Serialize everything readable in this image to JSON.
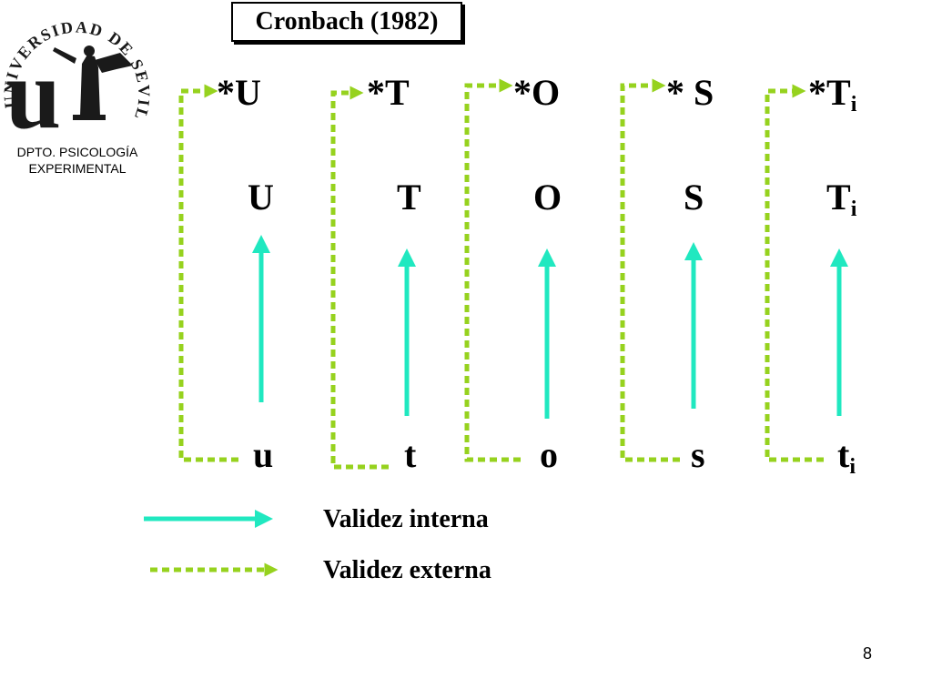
{
  "logo": {
    "ring_text": "UNIVERSIDAD DE SEVILLA",
    "initial": "u",
    "dept_line1": "DPTO. PSICOLOGÍA",
    "dept_line2": "EXPERIMENTAL"
  },
  "title": "Cronbach (1982)",
  "columns": [
    {
      "top": "*U",
      "top_sub": "",
      "mid": "U",
      "mid_sub": "",
      "bottom": "u",
      "bottom_sub": ""
    },
    {
      "top": "*T",
      "top_sub": "",
      "mid": "T",
      "mid_sub": "",
      "bottom": "t",
      "bottom_sub": ""
    },
    {
      "top": "*O",
      "top_sub": "",
      "mid": "O",
      "mid_sub": "",
      "bottom": "o",
      "bottom_sub": ""
    },
    {
      "top": "* S",
      "top_sub": "",
      "mid": "S",
      "mid_sub": "",
      "bottom": "s",
      "bottom_sub": ""
    },
    {
      "top": "*T",
      "top_sub": "i",
      "mid": "T",
      "mid_sub": "i",
      "bottom": "t",
      "bottom_sub": "i"
    }
  ],
  "legend": {
    "internal": "Validez interna",
    "external": "Validez externa"
  },
  "colors": {
    "internal": "#20e8c0",
    "external": "#96d21e"
  },
  "page_number": "8"
}
